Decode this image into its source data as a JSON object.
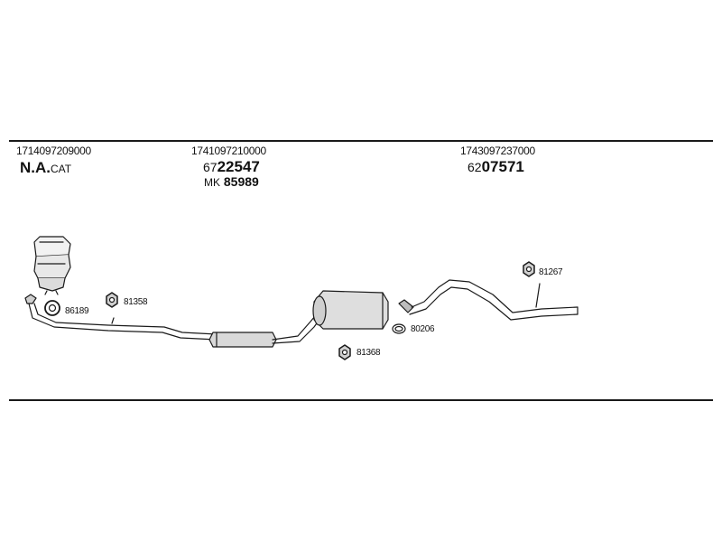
{
  "header": {
    "col1": {
      "part_number": "1714097209000",
      "name_main": "N.A.",
      "name_suffix": "CAT"
    },
    "col2": {
      "part_number": "1741097210000",
      "code_prefix": "67",
      "code_main": "22547",
      "mk_prefix": "MK",
      "mk_main": "85989"
    },
    "col3": {
      "part_number": "1743097237000",
      "code_prefix": "62",
      "code_main": "07571"
    }
  },
  "callouts": {
    "c1": "86189",
    "c2": "81358",
    "c3": "81368",
    "c4": "80206",
    "c5": "81267"
  },
  "colors": {
    "line": "#1a1a1a",
    "fill": "#e8e8e8",
    "shade": "#9a9a9a"
  }
}
